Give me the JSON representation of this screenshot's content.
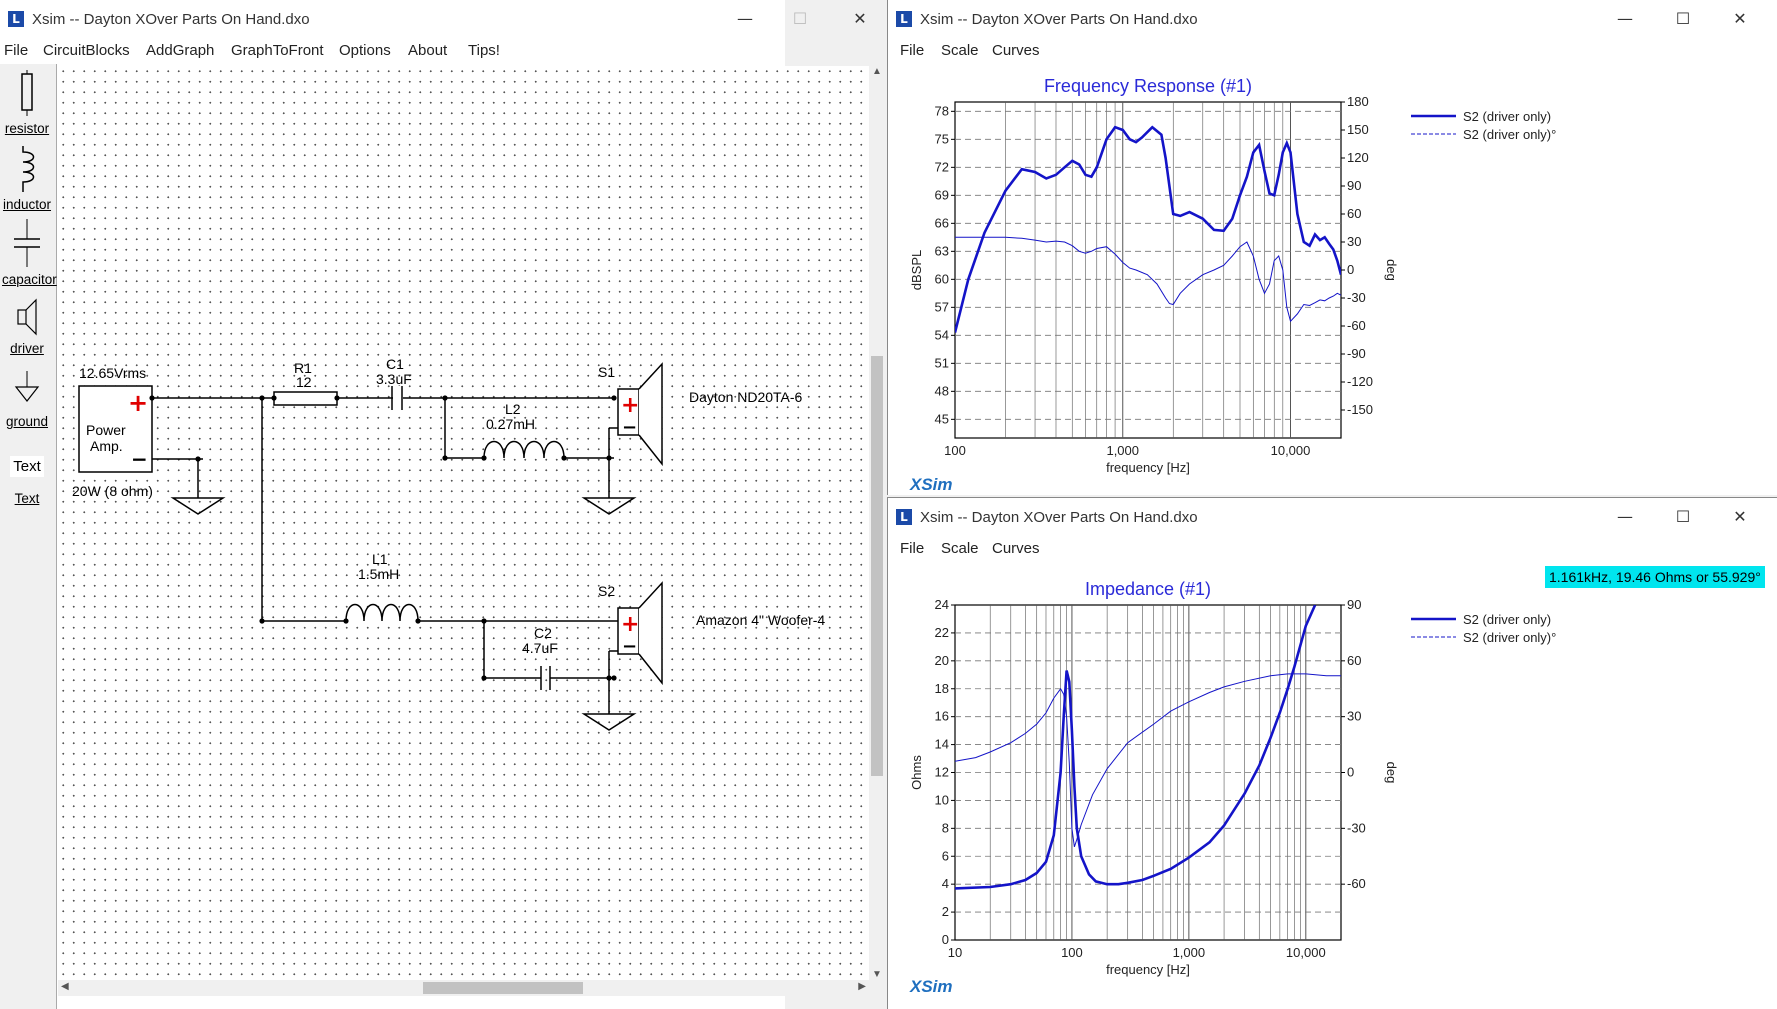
{
  "circuit_window": {
    "title": "Xsim -- Dayton XOver Parts On Hand.dxo",
    "menu": [
      "File",
      "CircuitBlocks",
      "AddGraph",
      "GraphToFront",
      "Options",
      "About",
      "Tips!"
    ],
    "tools": [
      {
        "label": "resistor",
        "icon": "resistor-icon"
      },
      {
        "label": "inductor",
        "icon": "inductor-icon"
      },
      {
        "label": "capacitor",
        "icon": "capacitor-icon"
      },
      {
        "label": "driver",
        "icon": "driver-icon"
      },
      {
        "label": "ground",
        "icon": "ground-icon"
      },
      {
        "label": "Text",
        "icon_text": "Text"
      }
    ],
    "schematic": {
      "amp_voltage": "12.65Vrms",
      "amp_label_1": "Power",
      "amp_label_2": "Amp.",
      "amp_power": "20W (8 ohm)",
      "r1_name": "R1",
      "r1_value": "12",
      "c1_name": "C1",
      "c1_value": "3.3uF",
      "l2_name": "L2",
      "l2_value": "0.27mH",
      "s1_name": "S1",
      "s1_driver": "Dayton ND20TA-6",
      "l1_name": "L1",
      "l1_value": "1.5mH",
      "s2_name": "S2",
      "s2_driver": "Amazon 4\" Woofer-4",
      "c2_name": "C2",
      "c2_value": "4.7uF",
      "plus_sign": "+",
      "minus_sign": "−"
    },
    "colors": {
      "s1_driver": "#ff2020",
      "s2_driver": "#2a2ad8"
    }
  },
  "freq_window": {
    "title": "Xsim -- Dayton XOver Parts On Hand.dxo",
    "menu": [
      "File",
      "Scale",
      "Curves"
    ],
    "logo": "XSim",
    "chart_data": {
      "type": "line",
      "title": "Frequency Response (#1)",
      "xlabel": "frequency [Hz]",
      "ylabel": "dBSPL",
      "y2label": "deg",
      "x_scale": "log",
      "xlim": [
        100,
        20000
      ],
      "ylim": [
        43,
        79
      ],
      "y2lim": [
        -180,
        180
      ],
      "x_ticks": [
        {
          "v": 100,
          "t": "100"
        },
        {
          "v": 1000,
          "t": "1,000"
        },
        {
          "v": 10000,
          "t": "10,000"
        }
      ],
      "y_ticks": [
        45,
        48,
        51,
        54,
        57,
        60,
        63,
        66,
        69,
        72,
        75,
        78
      ],
      "y2_ticks": [
        180,
        150,
        120,
        90,
        60,
        30,
        0,
        -30,
        -60,
        -90,
        -120,
        -150
      ],
      "grid": true,
      "legend": [
        "S2 (driver only)",
        "S2 (driver only)°"
      ],
      "series": [
        {
          "name": "S2 (driver only)",
          "axis": "left",
          "style": "solid",
          "x": [
            100,
            120,
            150,
            200,
            250,
            300,
            350,
            400,
            450,
            500,
            550,
            600,
            650,
            700,
            800,
            900,
            1000,
            1100,
            1200,
            1300,
            1500,
            1700,
            1800,
            2000,
            2200,
            2500,
            3000,
            3500,
            4000,
            4500,
            5000,
            5500,
            6000,
            6500,
            7000,
            7500,
            8000,
            8500,
            9000,
            9500,
            10000,
            11000,
            12000,
            13000,
            14000,
            15000,
            16000,
            17000,
            18000,
            19000,
            20000
          ],
          "y": [
            54.3,
            60,
            65,
            69.5,
            71.8,
            71.5,
            70.8,
            71.2,
            72,
            72.7,
            72.3,
            71.2,
            71,
            72,
            75,
            76.3,
            76,
            75,
            74.7,
            75.2,
            76.3,
            75.5,
            73,
            67,
            66.8,
            67.2,
            66.5,
            65.3,
            65.2,
            66.5,
            69,
            71,
            73.6,
            74.4,
            71.6,
            69.2,
            69,
            71.2,
            73.6,
            74.6,
            73.6,
            67,
            64,
            63.6,
            64.8,
            64.2,
            64.5,
            63.8,
            63.2,
            62,
            60.5
          ]
        },
        {
          "name": "S2 (driver only)°",
          "axis": "right",
          "style": "dashed",
          "x": [
            100,
            150,
            200,
            250,
            300,
            350,
            400,
            450,
            500,
            550,
            600,
            650,
            700,
            800,
            900,
            1000,
            1100,
            1200,
            1400,
            1600,
            1800,
            1900,
            2000,
            2200,
            2500,
            3000,
            3500,
            4000,
            4500,
            5000,
            5500,
            6000,
            6500,
            7000,
            7500,
            8000,
            8500,
            9000,
            9500,
            10000,
            11000,
            12000,
            13000,
            14000,
            15000,
            16000,
            17000,
            18000,
            19000,
            20000
          ],
          "y": [
            35,
            35,
            35,
            34,
            32,
            30,
            31,
            30,
            26,
            20,
            18,
            20,
            23,
            25,
            17,
            8,
            2,
            0,
            -5,
            -15,
            -30,
            -36,
            -37,
            -25,
            -15,
            -5,
            0,
            5,
            15,
            25,
            30,
            15,
            -10,
            -25,
            -15,
            10,
            15,
            0,
            -40,
            -55,
            -47,
            -37,
            -38,
            -35,
            -32,
            -33,
            -30,
            -28,
            -25,
            -27
          ]
        }
      ]
    }
  },
  "imp_window": {
    "title": "Xsim -- Dayton XOver Parts On Hand.dxo",
    "menu": [
      "File",
      "Scale",
      "Curves"
    ],
    "logo": "XSim",
    "cursor_readout": "1.161kHz, 19.46 Ohms or 55.929°",
    "chart_data": {
      "type": "line",
      "title": "Impedance (#1)",
      "xlabel": "frequency [Hz]",
      "ylabel": "Ohms",
      "y2label": "deg",
      "x_scale": "log",
      "xlim": [
        10,
        20000
      ],
      "ylim": [
        0,
        24
      ],
      "y2lim": [
        -90,
        90
      ],
      "x_ticks": [
        {
          "v": 10,
          "t": "10"
        },
        {
          "v": 100,
          "t": "100"
        },
        {
          "v": 1000,
          "t": "1,000"
        },
        {
          "v": 10000,
          "t": "10,000"
        }
      ],
      "y_ticks": [
        0,
        2,
        4,
        6,
        8,
        10,
        12,
        14,
        16,
        18,
        20,
        22,
        24
      ],
      "y2_ticks": [
        90,
        60,
        30,
        0,
        -30,
        -60
      ],
      "grid": true,
      "legend": [
        "S2 (driver only)",
        "S2 (driver only)°"
      ],
      "series": [
        {
          "name": "S2 (driver only)",
          "axis": "left",
          "style": "solid",
          "x": [
            10,
            20,
            30,
            40,
            50,
            60,
            70,
            80,
            85,
            90,
            95,
            100,
            105,
            110,
            120,
            140,
            160,
            200,
            250,
            300,
            400,
            500,
            700,
            1000,
            1500,
            2000,
            3000,
            4000,
            5000,
            6000,
            7000,
            8000,
            10000,
            12000
          ],
          "y": [
            3.7,
            3.8,
            4.0,
            4.3,
            4.8,
            5.6,
            7.5,
            12.0,
            16.0,
            19.3,
            18.5,
            15.0,
            11.0,
            8.0,
            6.0,
            4.7,
            4.2,
            4.0,
            4.0,
            4.1,
            4.3,
            4.6,
            5.1,
            5.9,
            7.0,
            8.2,
            10.5,
            12.5,
            14.5,
            16.3,
            18.0,
            19.6,
            22.5,
            24
          ]
        },
        {
          "name": "S2 (driver only)°",
          "axis": "right",
          "style": "dashed",
          "x": [
            10,
            15,
            20,
            30,
            40,
            50,
            60,
            70,
            80,
            85,
            90,
            95,
            100,
            105,
            110,
            120,
            150,
            200,
            300,
            500,
            700,
            1000,
            1500,
            2000,
            3000,
            5000,
            7000,
            10000,
            15000,
            20000
          ],
          "y": [
            6,
            8,
            11,
            16,
            21,
            26,
            32,
            40,
            45,
            42,
            30,
            5,
            -30,
            -40,
            -36,
            -28,
            -12,
            2,
            16,
            26,
            33,
            38,
            43,
            46,
            49,
            52,
            53,
            53,
            52,
            52
          ]
        }
      ]
    }
  }
}
